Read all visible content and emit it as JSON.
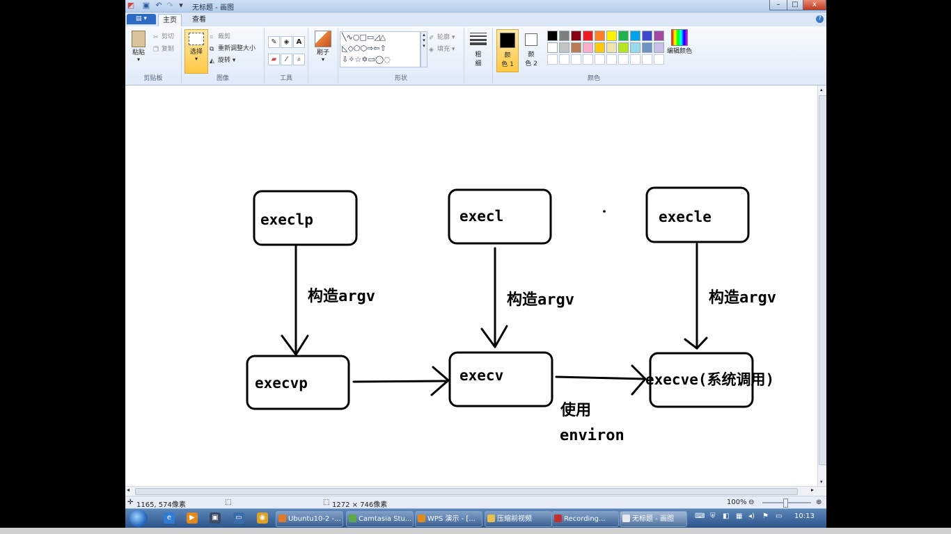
{
  "window": {
    "title": "无标题 - 画图",
    "minimize": "–",
    "maximize": "□",
    "close": "x"
  },
  "ribbon": {
    "file_menu": "▤ ▾",
    "tabs": [
      "主页",
      "查看"
    ],
    "help": "?",
    "clipboard": {
      "paste": "粘贴",
      "cut": "剪切",
      "copy": "复制",
      "group": "剪贴板"
    },
    "image": {
      "select": "选择",
      "crop": "裁剪",
      "resize": "重新调整大小",
      "rotate": "旋转",
      "group": "图像"
    },
    "tools": {
      "group": "工具"
    },
    "brushes": {
      "label": "刷子"
    },
    "shapes": {
      "outline": "轮廓",
      "fill": "填充",
      "group": "形状"
    },
    "size": {
      "label1": "粗",
      "label2": "细"
    },
    "colors": {
      "color1_a": "颜",
      "color1_b": "色 1",
      "color2_a": "颜",
      "color2_b": "色 2",
      "edit": "编辑颜色",
      "group": "颜色",
      "palette_row1": [
        "#000000",
        "#7f7f7f",
        "#880015",
        "#ed1c24",
        "#ff7f27",
        "#fff200",
        "#22b14c",
        "#00a2e8",
        "#3f48cc",
        "#a349a4"
      ],
      "palette_row2": [
        "#ffffff",
        "#c3c3c3",
        "#b97a57",
        "#ffaec9",
        "#ffc90e",
        "#efe4b0",
        "#b5e61d",
        "#99d9ea",
        "#7092be",
        "#c8bfe7"
      ],
      "color1": "#000000",
      "color2": "#ffffff"
    }
  },
  "diagram": {
    "nodes": {
      "execlp": "execlp",
      "execl": "execl",
      "execle": "execle",
      "execvp": "execvp",
      "execv": "execv",
      "execve": "execve(系统调用)"
    },
    "labels": {
      "argv1": "构造argv",
      "argv2": "构造argv",
      "argv3": "构造argv",
      "use": "使用",
      "environ": "environ"
    }
  },
  "statusbar": {
    "cursor": "1165, 574像素",
    "canvas_size": "1272 × 746像素",
    "zoom": "100%"
  },
  "taskbar": {
    "items": [
      "Ubuntu10-2 -...",
      "Camtasia Stu...",
      "WPS 演示 - [...",
      "压缩前视频",
      "Recording...",
      "无标题 - 画图"
    ],
    "clock": "10:13"
  }
}
